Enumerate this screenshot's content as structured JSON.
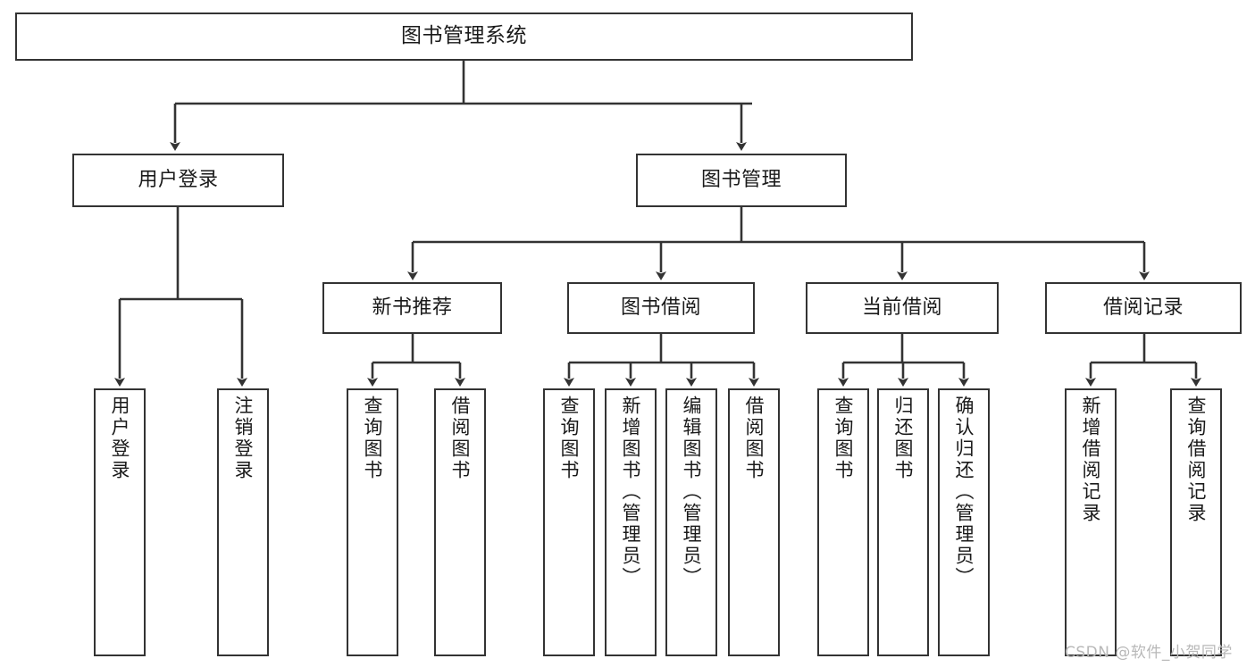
{
  "diagram": {
    "type": "hierarchy-tree",
    "title": "图书管理系统",
    "colors": {
      "box_border": "#333333",
      "box_fill": "#ffffff",
      "edge": "#333333",
      "text": "#1a1a1a",
      "watermark": "#b8b8b8"
    },
    "nodes": {
      "root": {
        "label": "图书管理系统"
      },
      "level1": [
        {
          "id": "user-login",
          "label": "用户登录"
        },
        {
          "id": "book-management",
          "label": "图书管理"
        }
      ],
      "level2": [
        {
          "id": "new-book-recommend",
          "label": "新书推荐"
        },
        {
          "id": "book-borrow",
          "label": "图书借阅"
        },
        {
          "id": "current-borrow",
          "label": "当前借阅"
        },
        {
          "id": "borrow-record",
          "label": "借阅记录"
        }
      ],
      "leaves": {
        "user-login": [
          {
            "id": "leaf-user-login",
            "label": "用户登录"
          },
          {
            "id": "leaf-logout-login",
            "label": "注销登录"
          }
        ],
        "new-book-recommend": [
          {
            "id": "leaf-query-book-1",
            "label": "查询图书"
          },
          {
            "id": "leaf-borrow-book-1",
            "label": "借阅图书"
          }
        ],
        "book-borrow": [
          {
            "id": "leaf-query-book-2",
            "label": "查询图书"
          },
          {
            "id": "leaf-add-book",
            "label": "新增图书（管理员）"
          },
          {
            "id": "leaf-edit-book",
            "label": "编辑图书（管理员）"
          },
          {
            "id": "leaf-borrow-book-2",
            "label": "借阅图书"
          }
        ],
        "current-borrow": [
          {
            "id": "leaf-query-book-3",
            "label": "查询图书"
          },
          {
            "id": "leaf-return-book",
            "label": "归还图书"
          },
          {
            "id": "leaf-confirm-return",
            "label": "确认归还（管理员）"
          }
        ],
        "borrow-record": [
          {
            "id": "leaf-add-borrow-record",
            "label": "新增借阅记录"
          },
          {
            "id": "leaf-query-borrow-record",
            "label": "查询借阅记录"
          }
        ]
      }
    },
    "watermark": "CSDN @软件_小贺同学"
  }
}
